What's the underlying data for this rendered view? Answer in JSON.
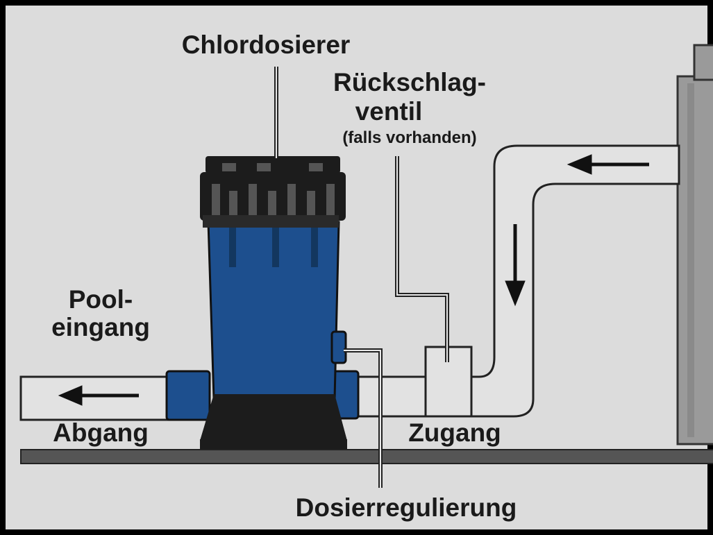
{
  "labels": {
    "chlorinator": "Chlordosierer",
    "check_valve_line1": "Rückschlag-",
    "check_valve_line2": "ventil",
    "check_valve_note": "(falls vorhanden)",
    "pool_inlet_line1": "Pool-",
    "pool_inlet_line2": "eingang",
    "outlet": "Abgang",
    "inlet": "Zugang",
    "dosing_control": "Dosierregulierung"
  },
  "colors": {
    "background": "#dcdcdc",
    "chlorinator_body": "#1d4f8e",
    "lid": "#1c1c1c",
    "pipe": "#e2e2e2",
    "base_plate": "#555555"
  }
}
